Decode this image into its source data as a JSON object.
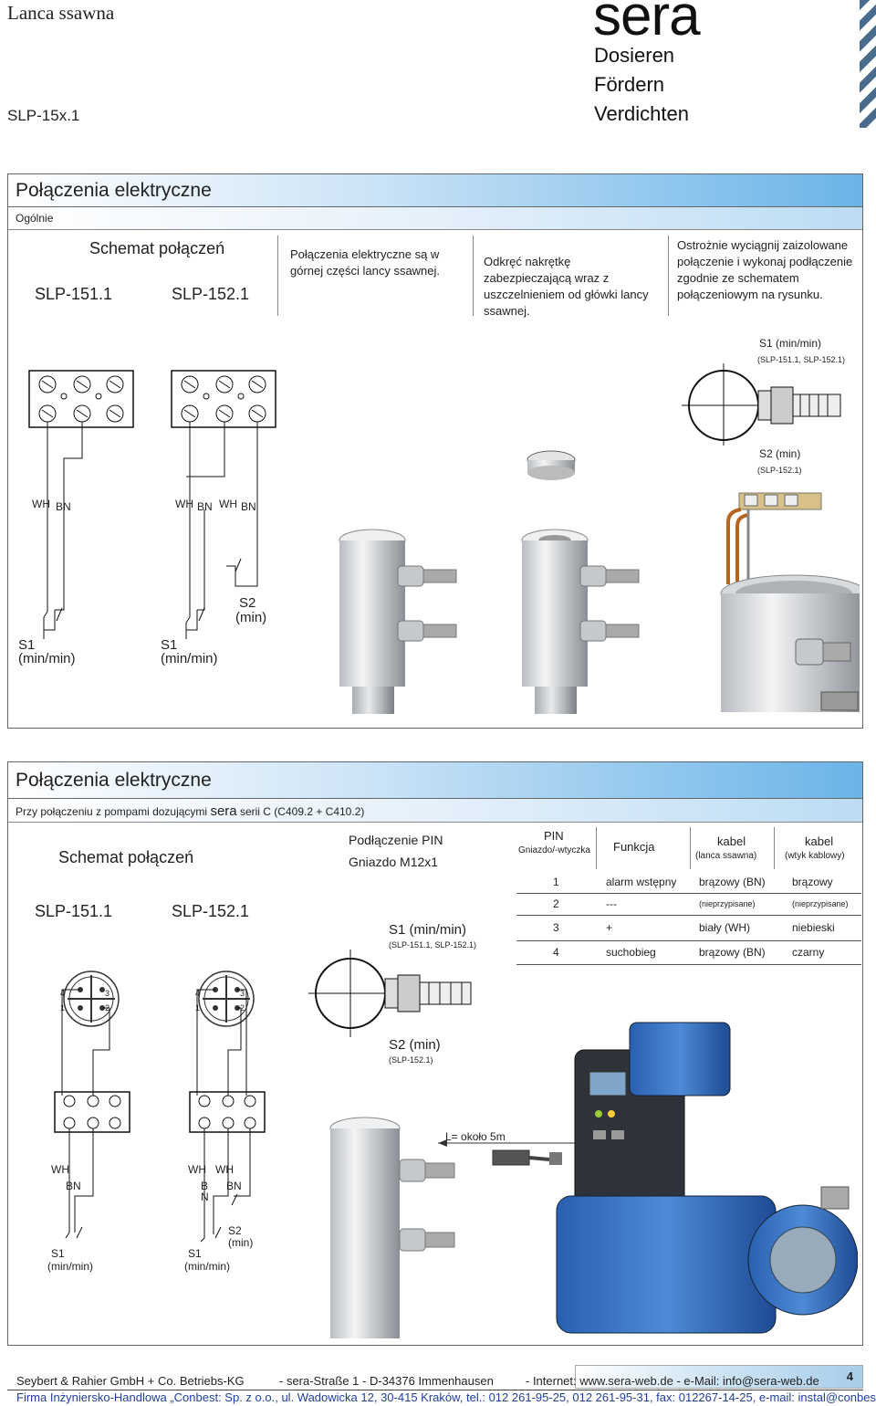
{
  "header": {
    "title": "Lanca ssawna",
    "code": "SLP-15x.1",
    "brand": "sera",
    "brand_lines": [
      "Dosieren",
      "Fördern",
      "Verdichten"
    ]
  },
  "section1": {
    "title": "Połączenia elektryczne",
    "subtitle": "Ogólnie",
    "schema_title": "Schemat połączeń",
    "model_a": "SLP-151.1",
    "model_b": "SLP-152.1",
    "step1": "Połączenia elektryczne są w górnej części lancy ssawnej.",
    "step2": "Odkręć nakrętkę zabezpieczającą wraz z uszczelnieniem od główki lancy ssawnej.",
    "step3": "Ostrożnie wyciągnij zaizolowane połączenie i wykonaj podłączenie zgodnie ze schematem połączeniowym na rysunku.",
    "s1_label": "S1 (min/min)",
    "s1_models": "(SLP-151.1, SLP-152.1)",
    "s2_label": "S2 (min)",
    "s2_models": "(SLP-152.1)",
    "wire_wh": "WH",
    "wire_bn": "BN",
    "sw_s1": "S1",
    "sw_s1_sub": "(min/min)",
    "sw_s2": "S2",
    "sw_s2_sub": "(min)"
  },
  "section2": {
    "title": "Połączenia elektryczne",
    "subtitle_prefix": "Przy połączeniu z pompami dozującymi",
    "subtitle_brand": "sera",
    "subtitle_suffix": "serii C (C409.2 + C410.2)",
    "schema_title": "Schemat połączeń",
    "model_a": "SLP-151.1",
    "model_b": "SLP-152.1",
    "pin_title": "Podłączenie PIN",
    "socket": "Gniazdo M12x1",
    "s1_label": "S1 (min/min)",
    "s1_models": "(SLP-151.1, SLP-152.1)",
    "s2_label": "S2 (min)",
    "s2_models": "(SLP-152.1)",
    "cable_length": "L= około 5m",
    "table": {
      "headers": {
        "pin": "PIN",
        "pin_sub": "Gniazdo/-wtyczka",
        "func": "Funkcja",
        "cable1": "kabel",
        "cable1_sub": "(lanca ssawna)",
        "cable2": "kabel",
        "cable2_sub": "(wtyk kablowy)"
      },
      "rows": [
        [
          "1",
          "alarm wstępny",
          "brązowy (BN)",
          "brązowy"
        ],
        [
          "2",
          "---",
          "(nieprzypisane)",
          "(nieprzypisane)"
        ],
        [
          "3",
          "+",
          "biały (WH)",
          "niebieski"
        ],
        [
          "4",
          "suchobieg",
          "brązowy (BN)",
          "czarny"
        ]
      ]
    },
    "pin_nums": [
      "4",
      "3",
      "1",
      "2"
    ],
    "wire_wh": "WH",
    "wire_bn": "BN",
    "wire_b": "B",
    "wire_n": "N",
    "sw_s1": "S1",
    "sw_s1_sub": "(min/min)",
    "sw_s2": "S2",
    "sw_s2_sub": "(min)"
  },
  "page_number": "4",
  "footer": {
    "company": "Seybert & Rahier GmbH + Co. Betriebs-KG",
    "address": "- sera-Straße 1 - D-34376 Immenhausen",
    "web": "- Internet: www.sera-web.de - e-Mail: info@sera-web.de",
    "pl_line": "Firma Inżyniersko-Handlowa „Conbest: Sp. z o.o., ul. Wadowicka 12, 30-415 Kraków, tel.: 012 261-95-25, 012 261-95-31, fax: 012267-14-25, e-mail: instal@conbest.pl"
  }
}
